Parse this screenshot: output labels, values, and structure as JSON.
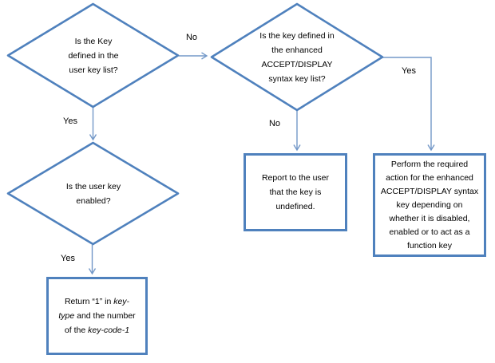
{
  "colors": {
    "shape_outline": "#4f81bd",
    "box_border": "#4f81bd",
    "connector": "#7398c8",
    "text": "#000000"
  },
  "decisions": {
    "user_key_list": {
      "lines": [
        "Is the Key",
        "defined in the",
        "user key list?"
      ]
    },
    "enhanced_syntax_list": {
      "lines": [
        "Is the key defined in",
        "the enhanced",
        "ACCEPT/DISPLAY",
        "syntax key list?"
      ]
    },
    "user_key_enabled": {
      "lines": [
        "Is the user key",
        "enabled?"
      ]
    }
  },
  "processes": {
    "report_undefined": {
      "lines": [
        "Report to the user",
        "that the key is",
        "undefined."
      ]
    },
    "perform_action": {
      "lines": [
        "Perform the required",
        "action for the enhanced",
        "ACCEPT/DISPLAY syntax",
        "key depending on",
        "whether it is disabled,",
        "enabled or to act as a",
        "function key"
      ]
    },
    "return_key_type": {
      "line1": [
        "Return “1” in ",
        "key-"
      ],
      "line2": [
        "type",
        " and the number"
      ],
      "line3": [
        "of the ",
        "key-code-1"
      ]
    }
  },
  "edge_labels": {
    "no_to_enhanced": "No",
    "yes_to_enabled": "Yes",
    "no_to_report": "No",
    "yes_to_perform": "Yes",
    "yes_to_return": "Yes"
  }
}
